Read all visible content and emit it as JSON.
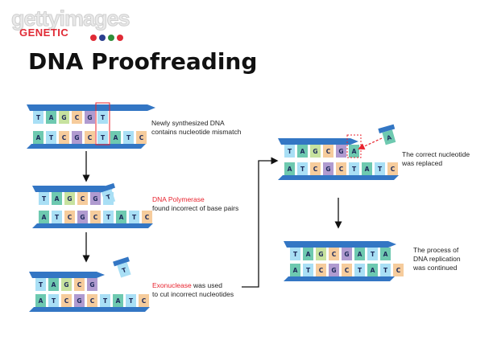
{
  "watermark": {
    "brand": "gettyimages",
    "sub": "GENETIC",
    "dot_colors": [
      "#e02a35",
      "#2a3f8f",
      "#2f8f3a",
      "#e02a35"
    ]
  },
  "title": "DNA Proofreading",
  "colors": {
    "strand": "#3376c4",
    "T": "#a9dff5",
    "A": "#6ec9b0",
    "G": "#c7e29f",
    "C": "#f6cc9c",
    "G_mid": "#b09bd0",
    "mismatch": "#e8232e"
  },
  "panels": [
    {
      "id": "step1",
      "top": [
        "T",
        "A",
        "G",
        "C",
        "G",
        "T"
      ],
      "bottom": [
        "A",
        "T",
        "C",
        "G",
        "C",
        "T",
        "A",
        "T",
        "C"
      ],
      "caption": [
        {
          "text": "Newly synthesized DNA"
        },
        {
          "text": "contains nucleotide mismatch"
        }
      ]
    },
    {
      "id": "step2",
      "top": [
        "T",
        "A",
        "G",
        "C",
        "G",
        "T"
      ],
      "bottom": [
        "A",
        "T",
        "C",
        "G",
        "C",
        "T",
        "A",
        "T",
        "C"
      ],
      "caption_red": "DNA Polymerase",
      "caption_rest": "found incorrect of base pairs"
    },
    {
      "id": "step3",
      "top": [
        "T",
        "A",
        "G",
        "C",
        "G"
      ],
      "bottom": [
        "A",
        "T",
        "C",
        "G",
        "C",
        "T",
        "A",
        "T",
        "C"
      ],
      "loose": "T",
      "caption_red": "Exonuclease",
      "caption_rest1": " was used",
      "caption_rest2": "to cut incorrect nucleotides"
    },
    {
      "id": "step4",
      "top": [
        "T",
        "A",
        "G",
        "C",
        "G",
        "A"
      ],
      "bottom": [
        "A",
        "T",
        "C",
        "G",
        "C",
        "T",
        "A",
        "T",
        "C"
      ],
      "loose": "A",
      "caption": [
        {
          "text": "The correct nucleotide"
        },
        {
          "text": "was replaced"
        }
      ]
    },
    {
      "id": "step5",
      "top": [
        "T",
        "A",
        "G",
        "C",
        "G",
        "A",
        "T",
        "A"
      ],
      "bottom": [
        "A",
        "T",
        "C",
        "G",
        "C",
        "T",
        "A",
        "T",
        "C"
      ],
      "caption": [
        {
          "text": "The process of"
        },
        {
          "text": "DNA replication"
        },
        {
          "text": "was continued"
        }
      ]
    }
  ]
}
